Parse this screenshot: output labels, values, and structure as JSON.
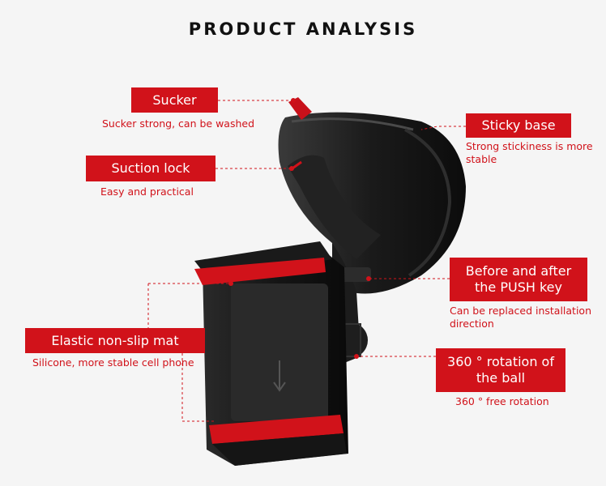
{
  "title": "PRODUCT ANALYSIS",
  "colors": {
    "accent": "#d1121a",
    "background": "#f5f5f5",
    "body": "#1a1a1a"
  },
  "callouts": {
    "sucker": {
      "label": "Sucker",
      "desc": "Sucker strong, can be washed"
    },
    "suction_lock": {
      "label": "Suction lock",
      "desc": "Easy and practical"
    },
    "sticky_base": {
      "label": "Sticky base",
      "desc": "Strong stickiness is more stable"
    },
    "push_key": {
      "label": "Before and after the PUSH key",
      "desc": "Can be replaced installation direction"
    },
    "non_slip_mat": {
      "label": "Elastic non-slip mat",
      "desc": "Silicone, more stable cell phone"
    },
    "ball_rotation": {
      "label": "360 ° rotation of the ball",
      "desc": "360 ° free rotation"
    }
  }
}
